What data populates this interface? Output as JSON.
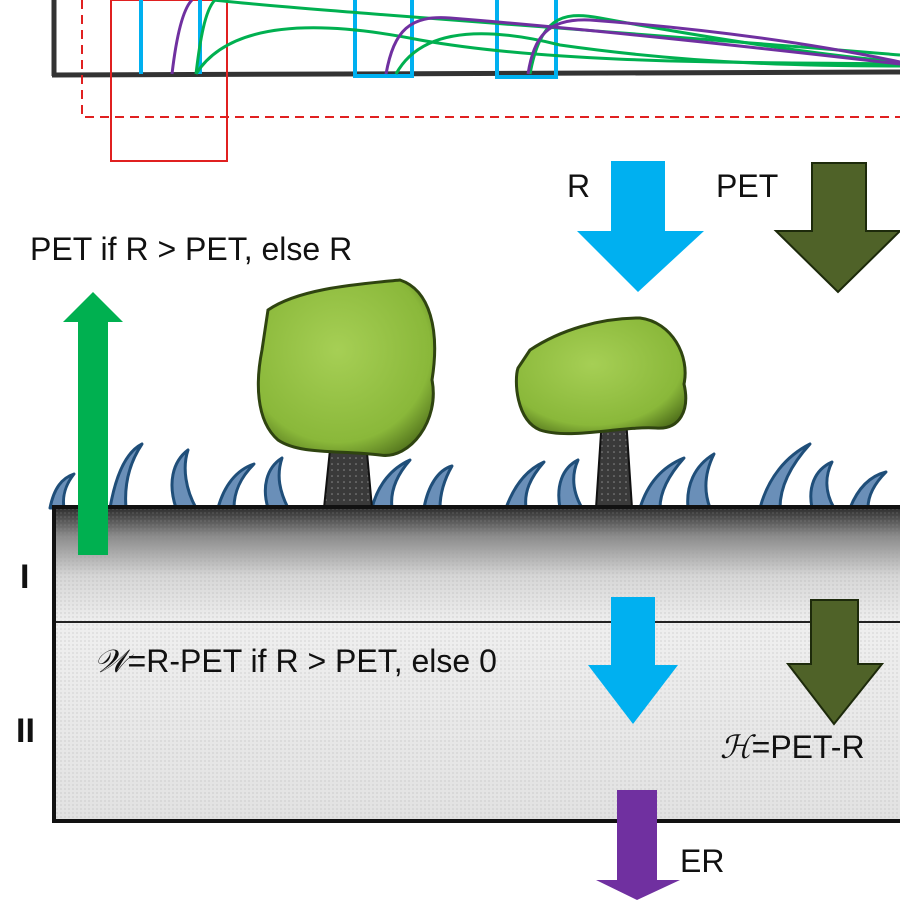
{
  "labels": {
    "rain": "R",
    "pet": "PET",
    "evap": "PET if R > PET, else R",
    "layer_top": "I",
    "layer_bottom": "II",
    "surplus_symbol": "𝒲",
    "surplus_text": "=R-PET if R > PET, else 0",
    "deficit_symbol": "ℋ",
    "deficit_text": "=PET-R",
    "runoff": "ER"
  },
  "colors": {
    "rain_arrow": "#00b0f0",
    "pet_arrow": "#4f6228",
    "evap_arrow": "#00b050",
    "runoff_arrow": "#7030a0",
    "tree_crown": "#8db83a",
    "grass": "#1f4e79",
    "soil_frame": "#111111",
    "hydrograph_purple": "#7030a0",
    "hydrograph_green": "#00b050",
    "hydrograph_blue": "#00b0f0",
    "box_red": "#e02020"
  },
  "icons": {
    "rain_arrow": "arrow-down-icon",
    "pet_arrow": "arrow-down-icon",
    "evap_arrow": "arrow-up-icon",
    "runoff_arrow": "arrow-down-icon",
    "tree": "tree-icon",
    "grass": "grass-icon"
  }
}
